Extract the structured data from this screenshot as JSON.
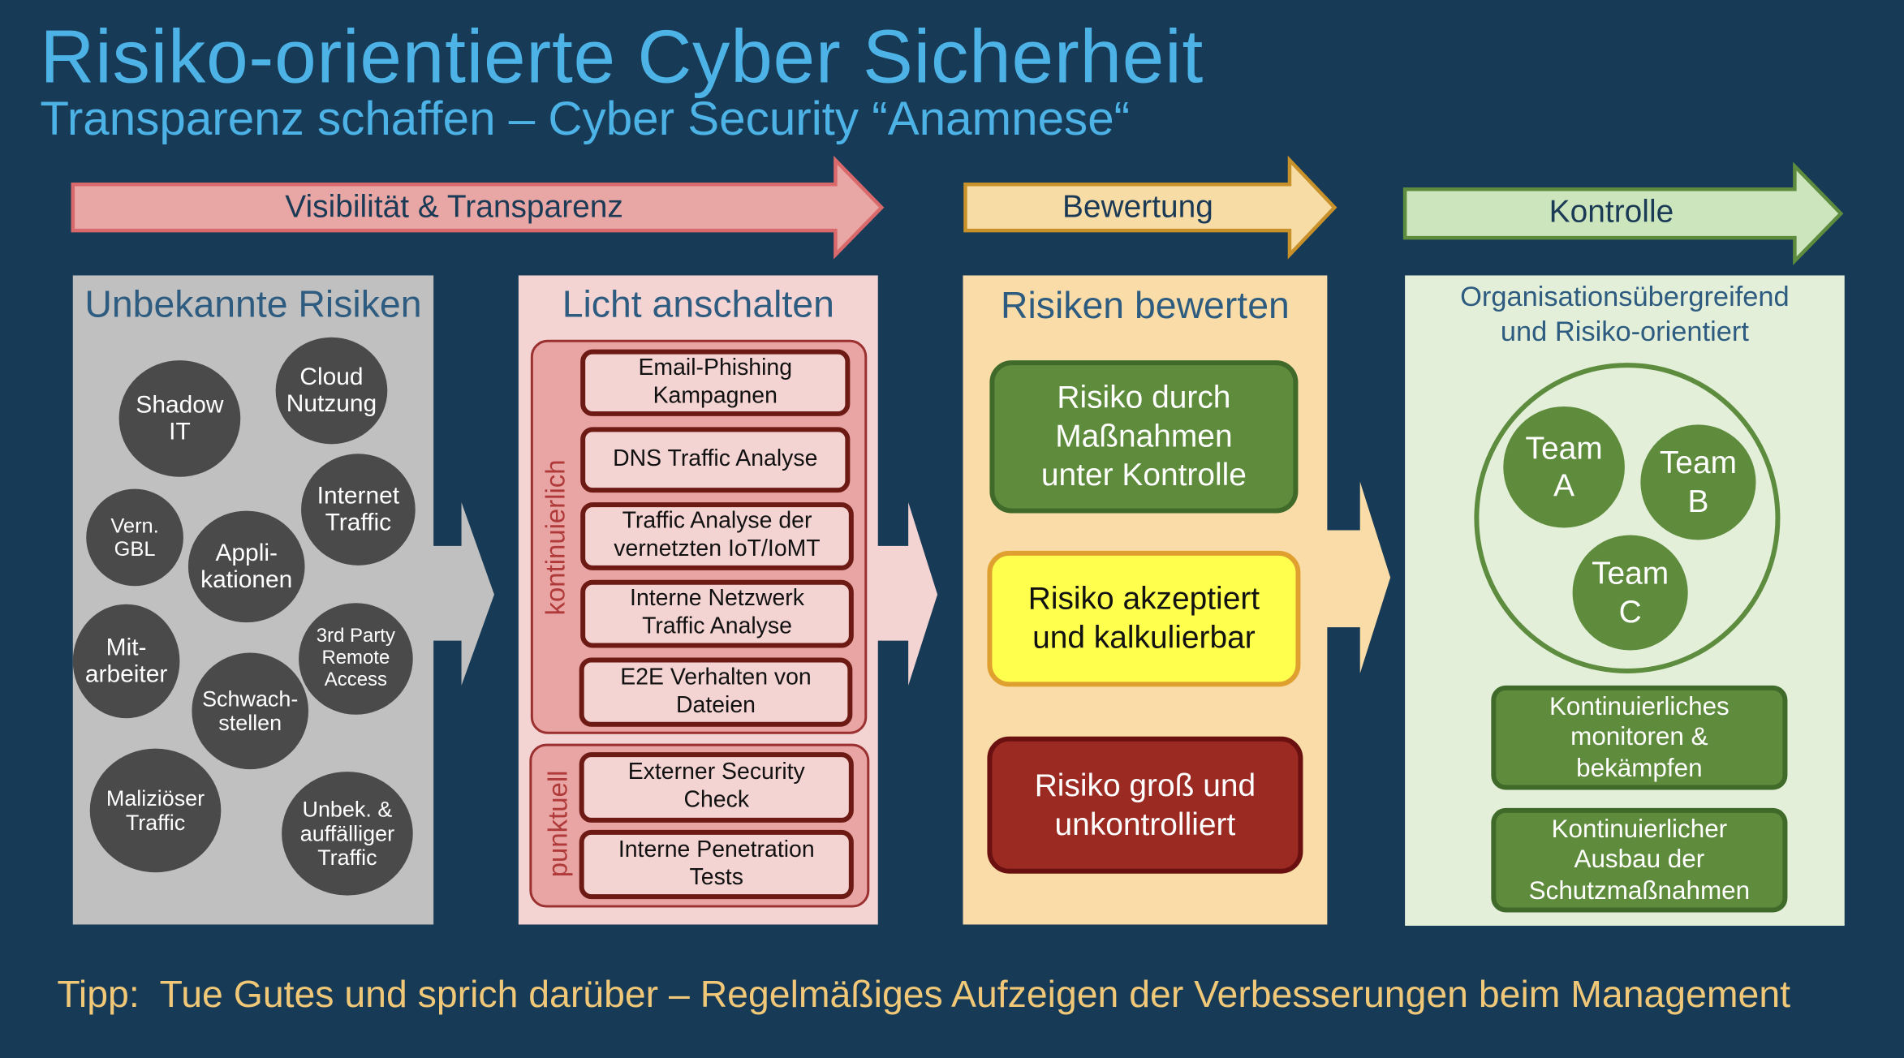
{
  "header": {
    "title": "Risiko-orientierte Cyber Sicherheit",
    "subtitle": "Transparenz schaffen – Cyber Security “Anamnese“"
  },
  "phases": [
    {
      "label": "Visibilität & Transparenz",
      "color": "#e8a6a4"
    },
    {
      "label": "Bewertung",
      "color": "#f8dca6"
    },
    {
      "label": "Kontrolle",
      "color": "#cde5bd"
    }
  ],
  "unknown_risks": {
    "title": "Unbekannte Risiken",
    "bubbles": [
      "Shadow\nIT",
      "Cloud\nNutzung",
      "Vern.\nGBL",
      "Internet\nTraffic",
      "Appli-\nkationen",
      "Mit-\narbeiter",
      "3rd Party\nRemote\nAccess",
      "Schwach-\nstellen",
      "Maliziöser\nTraffic",
      "Unbek. &\nauffälliger\nTraffic"
    ]
  },
  "light_on": {
    "title": "Licht anschalten",
    "continuous_label": "kontinuierlich",
    "continuous_items": [
      "Email-Phishing\nKampagnen",
      "DNS Traffic Analyse",
      "Traffic Analyse der\nvernetzten IoT/IoMT",
      "Interne Netzwerk\nTraffic Analyse",
      "E2E Verhalten von\nDateien"
    ],
    "selective_label": "punktuell",
    "selective_items": [
      "Externer Security\nCheck",
      "Interne Penetration\nTests"
    ]
  },
  "assess": {
    "title": "Risiken bewerten",
    "boxes": [
      "Risiko durch\nMaßnahmen\nunter Kontrolle",
      "Risiko akzeptiert\nund kalkulierbar",
      "Risiko groß und\nunkontrolliert"
    ]
  },
  "control": {
    "title_line1": "Organisationsübergreifend",
    "title_line2": "und Risiko-orientiert",
    "teams": [
      "Team\nA",
      "Team\nB",
      "Team\nC"
    ],
    "boxes": [
      "Kontinuierliches\nmonitoren &\nbekämpfen",
      "Kontinuierlicher\nAusbau der\nSchutzmaßnahmen"
    ]
  },
  "tip": "Tipp:  Tue Gutes und sprich darüber – Regelmäßiges Aufzeigen der Verbesserungen beim Management"
}
